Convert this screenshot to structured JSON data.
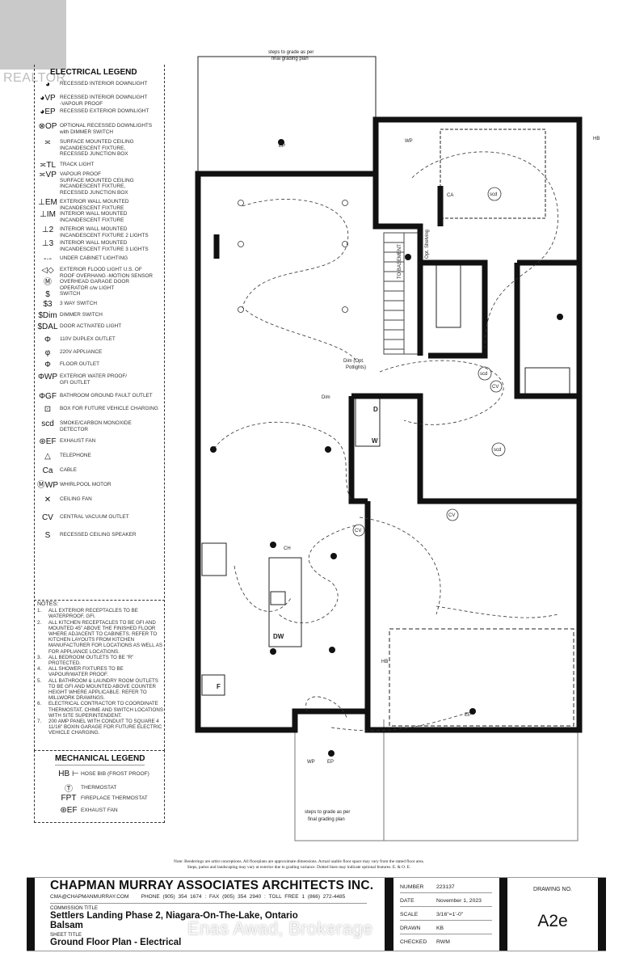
{
  "watermark": {
    "realtor": "REALTOR",
    "brokerage": "Enas Awad, Brokerage"
  },
  "electrical_legend": {
    "title": "ELECTRICAL LEGEND",
    "items": [
      {
        "symbol": "◕",
        "label": "RECESSED INTERIOR DOWNLIGHT"
      },
      {
        "symbol": "◕VP",
        "label": "RECESSED INTERIOR DOWNLIGHT\n-VAPOUR PROOF"
      },
      {
        "symbol": "◕EP",
        "label": "RECESSED EXTERIOR DOWNLIGHT"
      },
      {
        "symbol": "⊗OP",
        "label": "OPTIONAL RECESSED DOWNLIGHTS\nwith DIMMER SWITCH"
      },
      {
        "symbol": "≍",
        "label": "SURFACE MOUNTED CEILING\nINCANDESCENT FIXTURE,\nRECESSED JUNCTION BOX"
      },
      {
        "symbol": "≍TL",
        "label": "TRACK LIGHT"
      },
      {
        "symbol": "≍VP",
        "label": "VAPOUR PROOF\nSURFACE MOUNTED CEILING\nINCANDESCENT FIXTURE,\nRECESSED JUNCTION BOX"
      },
      {
        "symbol": "⊥EM",
        "label": "EXTERIOR WALL MOUNTED\nINCANDESCENT FIXTURE"
      },
      {
        "symbol": "⊥IM",
        "label": "INTERIOR WALL MOUNTED\nINCANDESCENT FIXTURE"
      },
      {
        "symbol": "⊥2",
        "label": "INTERIOR WALL MOUNTED\nINCANDESCENT FIXTURE 2 LIGHTS"
      },
      {
        "symbol": "⊥3",
        "label": "INTERIOR WALL MOUNTED\nINCANDESCENT FIXTURE 3 LIGHTS"
      },
      {
        "symbol": "-·-",
        "label": "UNDER CABINET LIGHTING"
      },
      {
        "symbol": "◁◇",
        "label": "EXTERIOR FLOOD LIGHT U.S. OF\nROOF OVERHANG -MOTION SENSOR"
      },
      {
        "symbol": "Ⓜ",
        "label": "OVERHEAD GARAGE DOOR\nOPERATOR c/w LIGHT"
      },
      {
        "symbol": "$",
        "label": "SWITCH"
      },
      {
        "symbol": "$3",
        "label": "3 WAY SWITCH"
      },
      {
        "symbol": "$Dim",
        "label": "DIMMER SWITCH"
      },
      {
        "symbol": "$DAL",
        "label": "DOOR ACTIVATED LIGHT"
      },
      {
        "symbol": "Φ",
        "label": "110V DUPLEX OUTLET"
      },
      {
        "symbol": "φ",
        "label": "220V APPLIANCE"
      },
      {
        "symbol": "Ф",
        "label": "FLOOR OUTLET"
      },
      {
        "symbol": "ΦWP",
        "label": "EXTERIOR WATER PROOF/\nGFI OUTLET"
      },
      {
        "symbol": "ΦGF",
        "label": "BATHROOM GROUND FAULT OUTLET"
      },
      {
        "symbol": "⊡",
        "label": "BOX FOR FUTURE VEHICLE CHARGING"
      },
      {
        "symbol": "scd",
        "label": "SMOKE/CARBON MONOXIDE\nDETECTOR"
      },
      {
        "symbol": "⊛EF",
        "label": "EXHAUST FAN"
      },
      {
        "symbol": "△",
        "label": "TELEPHONE"
      },
      {
        "symbol": "Ca",
        "label": "CABLE"
      },
      {
        "symbol": "ⓂWP",
        "label": "WHIRLPOOL MOTOR"
      },
      {
        "symbol": "✕",
        "label": "CEILING FAN"
      },
      {
        "symbol": "CV",
        "label": "CENTRAL VACUUM OUTLET"
      },
      {
        "symbol": "S",
        "label": "RECESSED CEILING SPEAKER"
      }
    ]
  },
  "notes": {
    "title": "NOTES:",
    "items": [
      {
        "n": "1.",
        "text": "ALL EXTERIOR RECEPTACLES TO BE WATERPROOF, GFI."
      },
      {
        "n": "2.",
        "text": "ALL KITCHEN RECEPTACLES TO BE GFI AND MOUNTED 45\" ABOVE THE FINISHED FLOOR WHERE ADJACENT TO CABINETS. REFER TO KITCHEN LAYOUTS FROM KITCHEN MANUFACTURER FOR LOCATIONS AS WELL AS FOR APPLIANCE LOCATIONS."
      },
      {
        "n": "3.",
        "text": "ALL BEDROOM OUTLETS TO BE \"R\" PROTECTED."
      },
      {
        "n": "4.",
        "text": "ALL SHOWER FIXTURES TO BE VAPOUR/WATER PROOF."
      },
      {
        "n": "5.",
        "text": "ALL BATHROOM & LAUNDRY ROOM OUTLETS TO BE GFI AND MOUNTED ABOVE COUNTER HEIGHT WHERE APPLICABLE. REFER TO MILLWORK DRAWINGS."
      },
      {
        "n": "6.",
        "text": "ELECTRICAL CONTRACTOR TO COORDINATE THERMOSTAT, CHIME AND SWITCH LOCATIONS WITH SITE SUPERINTENDENT."
      },
      {
        "n": "7.",
        "text": "200 AMP PANEL WITH CONDUIT TO SQUARE 4 11/16\" BOXIN GARAGE FOR FUTURE ELECTRIC VEHICLE CHARGING."
      }
    ]
  },
  "mechanical_legend": {
    "title": "MECHANICAL LEGEND",
    "items": [
      {
        "symbol": "HB ⊢",
        "label": "HOSE BIB (FROST PROOF)"
      },
      {
        "symbol": "Ⓣ",
        "label": "THERMOSTAT"
      },
      {
        "symbol": "FPT",
        "label": "FIREPLACE THERMOSTAT"
      },
      {
        "symbol": "⊛EF",
        "label": "EXHAUST FAN"
      }
    ]
  },
  "plan": {
    "steps_top": "steps to grade as per",
    "steps_top2": "final grading plan",
    "steps_bottom": "steps to grade as per",
    "steps_bottom2": "final grading plan",
    "to_basement": "TO BASEMENT",
    "opt_shelving": "Opt. Shelving",
    "dim_potlights": "Dim (Opt.",
    "dim_potlights2": "Potlights)",
    "dim": "Dim",
    "ca": "CA",
    "scd": "scd",
    "cv": "CV",
    "hb": "HB",
    "ep": "EP",
    "wp": "WP",
    "dw": "DW",
    "ch": "CH",
    "washer": "W",
    "dryer": "D",
    "panel": "F"
  },
  "disclaimer": {
    "line1": "Note: Renderings are artist conceptions. All floorplans are approximate dimensions. Actual usable floor space may vary from the stated floor area.",
    "line2": "Steps, patios and landscaping may vary at exterior due to grading variance. Dotted lines may indicate optional features. E. & O. E."
  },
  "title_block": {
    "firm": "CHAPMAN MURRAY ASSOCIATES ARCHITECTS INC.",
    "email": "CMA@CHAPMANMURRAY.COM",
    "phone": "PHONE (905) 354 1674",
    "fax": "FAX (905) 354 2940",
    "tollfree": "TOLL FREE  1 (866) 272-4485",
    "commission_label": "COMMISSION TITLE",
    "commission": "Settlers Landing Phase 2, Niagara-On-The-Lake, Ontario",
    "model": "Balsam",
    "sheet_label": "SHEET TITLE",
    "sheet": "Ground Floor Plan - Electrical",
    "number_label": "NUMBER",
    "number": "223137",
    "date_label": "DATE",
    "date": "November 1, 2023",
    "scale_label": "SCALE",
    "scale": "3/16\"=1'-0\"",
    "drawn_label": "DRAWN",
    "drawn": "KB",
    "checked_label": "CHECKED",
    "checked": "RWM",
    "drawing_no_label": "DRAWING NO.",
    "drawing_no": "A2e"
  }
}
